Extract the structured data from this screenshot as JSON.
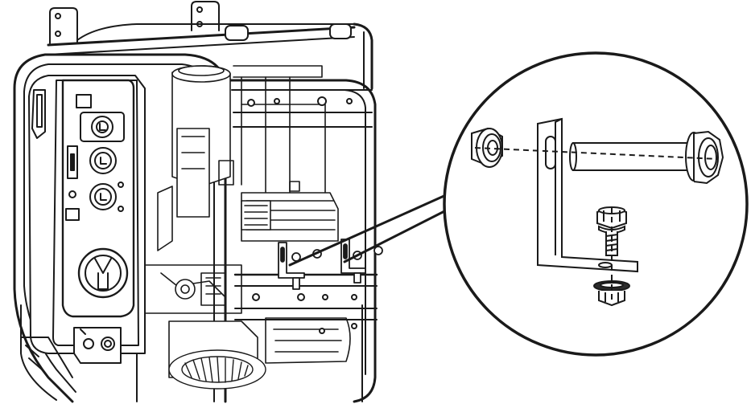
{
  "figure": {
    "subject": "generator-frame-bracket-installation",
    "colors": {
      "line": "#1a1a1a",
      "light": "#555555",
      "fill": "#ffffff",
      "shade": "#d9d9d9",
      "dark": "#2b2b2b"
    },
    "callout": {
      "parts": [
        "flange-nut",
        "l-bracket",
        "long-flange-bolt",
        "short-flange-bolt",
        "washer-nut"
      ]
    }
  }
}
